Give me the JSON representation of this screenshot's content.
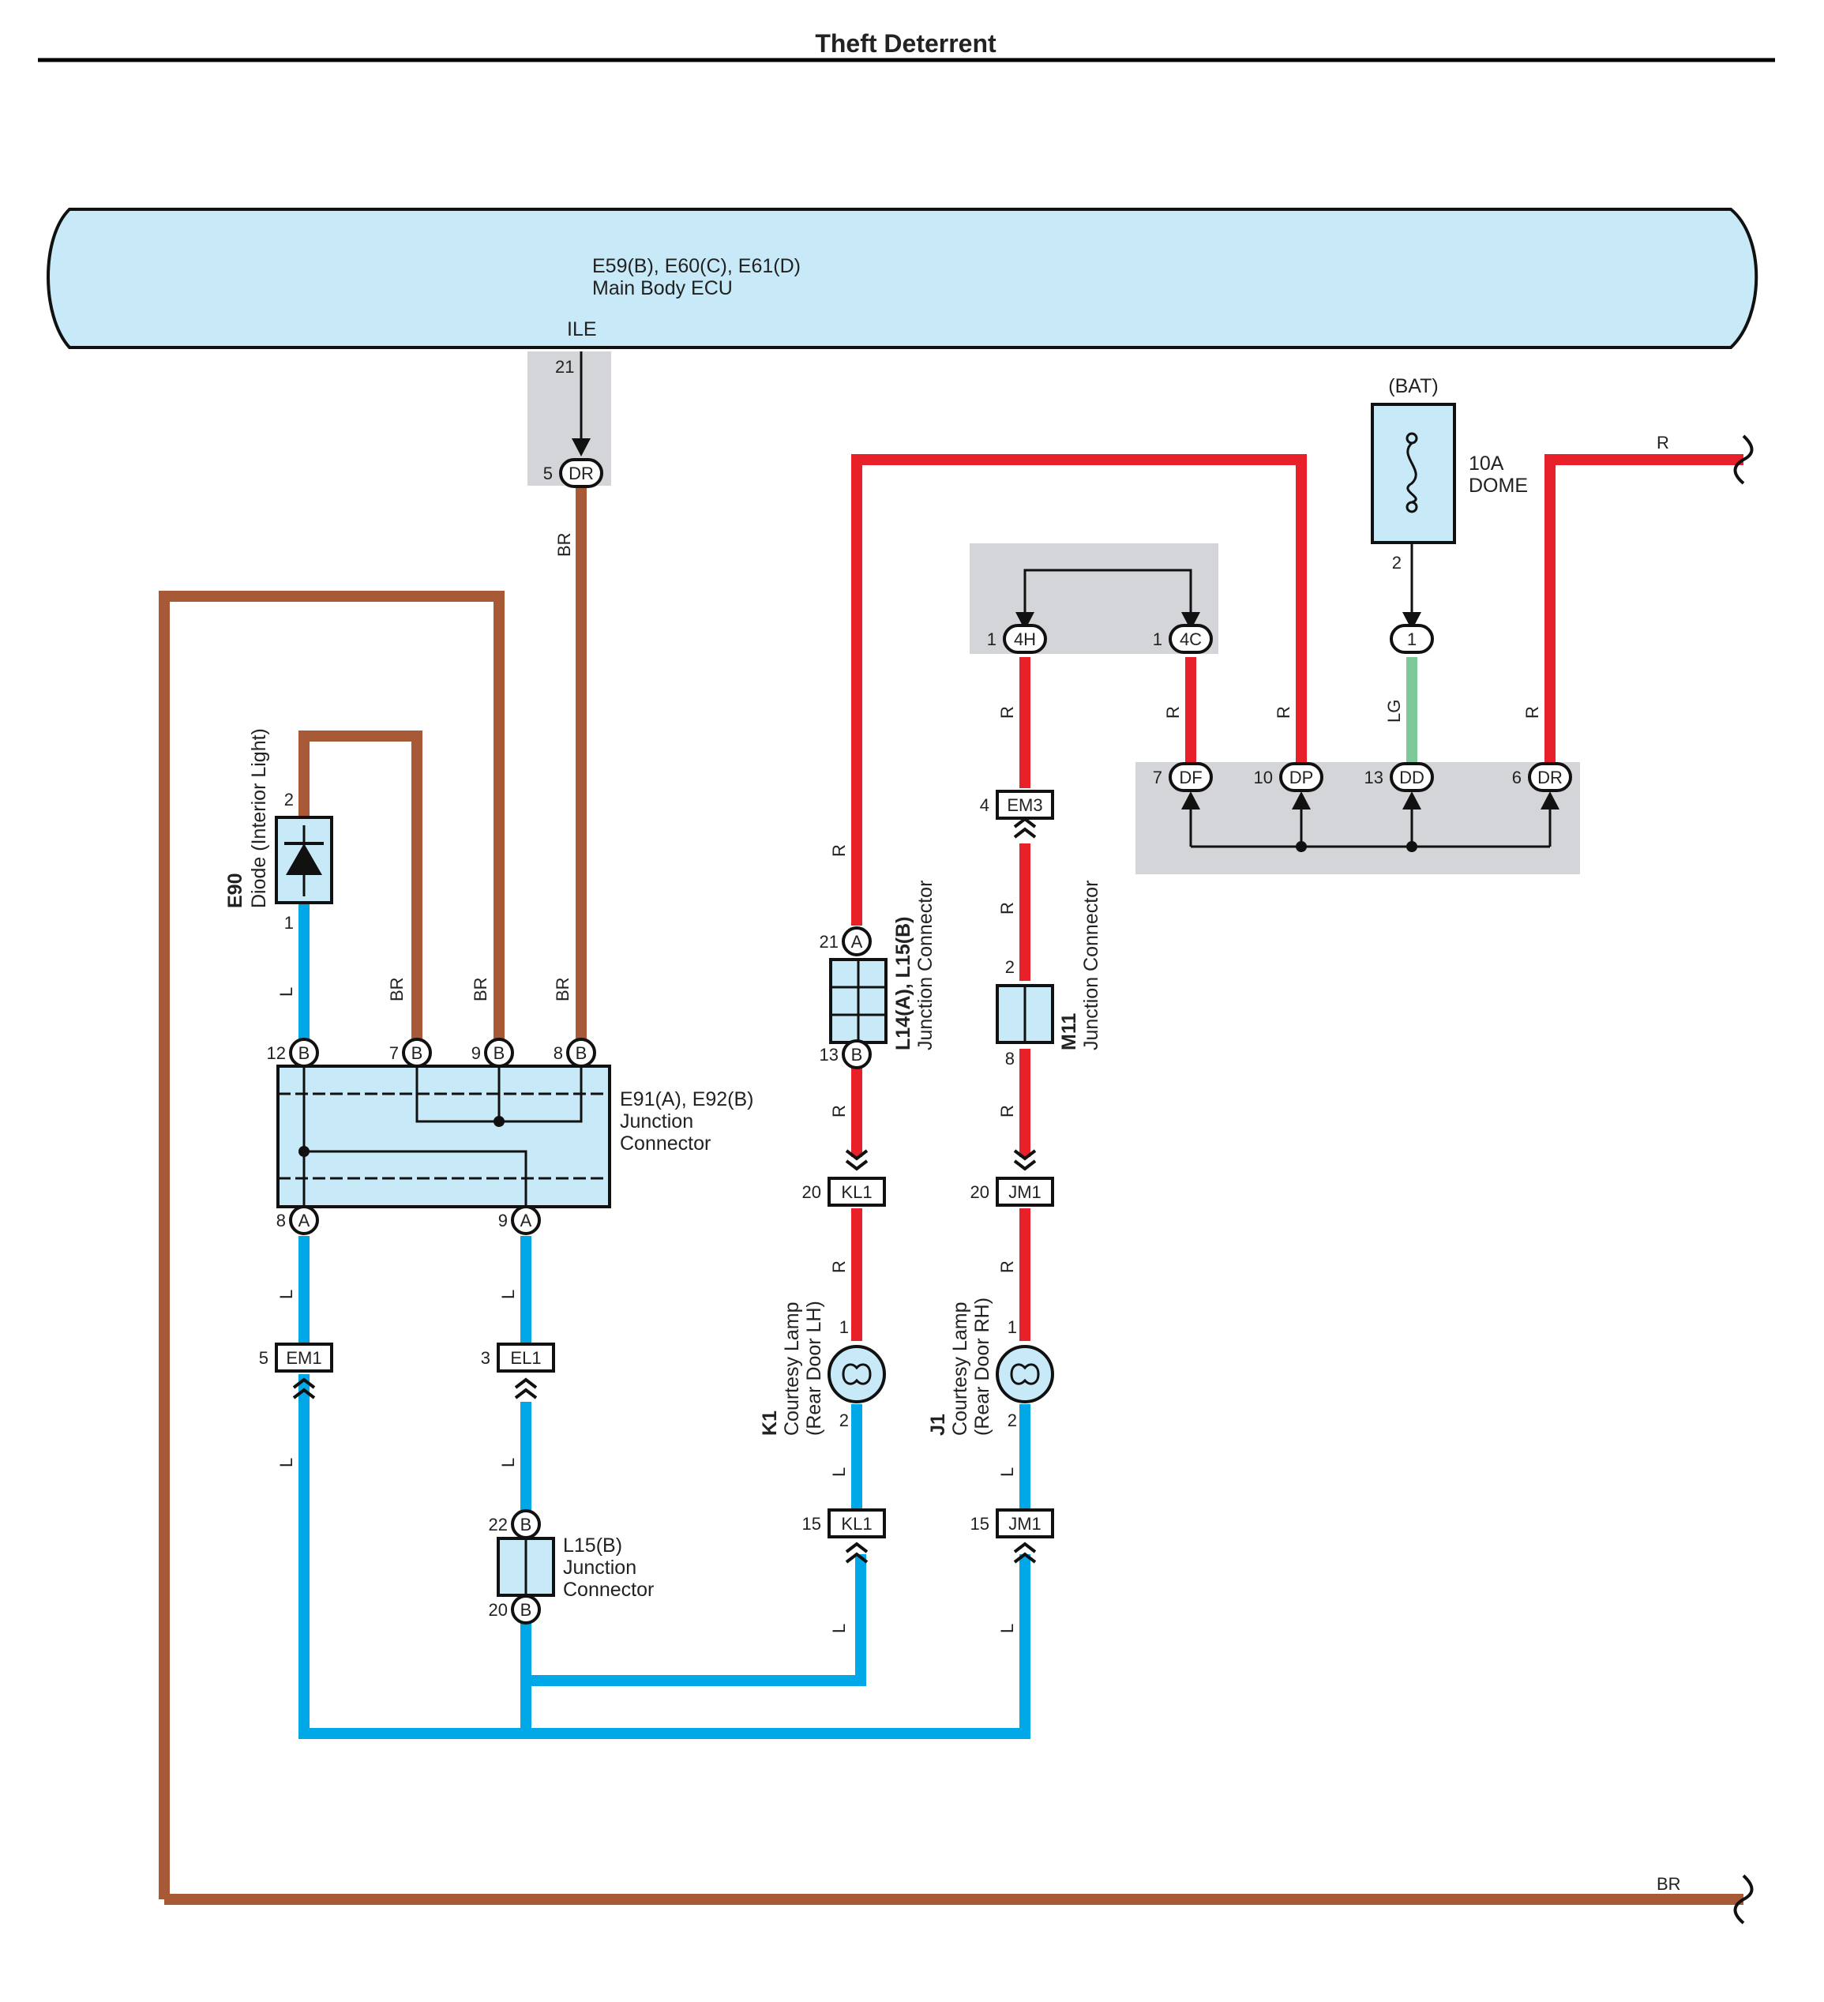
{
  "title": "Theft Deterrent",
  "colors": {
    "red": "#e8202a",
    "brown": "#a85a37",
    "blue": "#00a8e8",
    "green": "#7ec89a",
    "light_blue": "#c8e9f8",
    "gray": "#d3d5d8"
  },
  "ecu": {
    "name": "E59(B), E60(C), E61(D)",
    "desc": "Main Body ECU",
    "terminal": "ILE"
  },
  "fuse": {
    "supply": "(BAT)",
    "rating": "10A",
    "name": "DOME",
    "pin_out": "2"
  },
  "wire_colors": {
    "red": "R",
    "brown": "BR",
    "blue": "L",
    "green": "LG"
  },
  "junction_e91": {
    "line1": "E91(A), E92(B)",
    "line2": "Junction",
    "line3": "Connector"
  },
  "diode": {
    "id": "E90",
    "desc": "Diode (Interior Light)",
    "pin_top": "2",
    "pin_bottom": "1"
  },
  "junction_l14": {
    "id": "L14(A), L15(B)",
    "desc": "Junction Connector"
  },
  "junction_m11": {
    "id": "M11",
    "desc": "Junction Connector",
    "pin_top": "2",
    "pin_bottom": "8"
  },
  "junction_l15": {
    "line1": "L15(B)",
    "line2": "Junction",
    "line3": "Connector"
  },
  "lamp_k1": {
    "id": "K1",
    "line1": "Courtesy Lamp",
    "line2": "(Rear Door LH)",
    "pin_top": "1",
    "pin_bottom": "2"
  },
  "lamp_j1": {
    "id": "J1",
    "line1": "Courtesy Lamp",
    "line2": "(Rear Door RH)",
    "pin_top": "1",
    "pin_bottom": "2"
  },
  "connectors": {
    "dr_top": {
      "label": "DR",
      "pin": "5"
    },
    "ecu_pin": "21",
    "h4": {
      "label": "4H",
      "pin": "1"
    },
    "c4": {
      "label": "4C",
      "pin": "1"
    },
    "fuse_in": {
      "label": "1"
    },
    "df": {
      "label": "DF",
      "pin": "7"
    },
    "dp": {
      "label": "DP",
      "pin": "10"
    },
    "dd": {
      "label": "DD",
      "pin": "13"
    },
    "dr_right": {
      "label": "DR",
      "pin": "6"
    },
    "em3": {
      "label": "EM3",
      "pin": "4"
    },
    "l14_a": {
      "label": "A",
      "pin": "21"
    },
    "l14_b": {
      "label": "B",
      "pin": "13"
    },
    "kl1_top": {
      "label": "KL1",
      "pin": "20"
    },
    "jm1_top": {
      "label": "JM1",
      "pin": "20"
    },
    "kl1_bot": {
      "label": "KL1",
      "pin": "15"
    },
    "jm1_bot": {
      "label": "JM1",
      "pin": "15"
    },
    "b12": {
      "label": "B",
      "pin": "12"
    },
    "b7": {
      "label": "B",
      "pin": "7"
    },
    "b9": {
      "label": "B",
      "pin": "9"
    },
    "b8": {
      "label": "B",
      "pin": "8"
    },
    "a8": {
      "label": "A",
      "pin": "8"
    },
    "a9": {
      "label": "A",
      "pin": "9"
    },
    "em1": {
      "label": "EM1",
      "pin": "5"
    },
    "el1": {
      "label": "EL1",
      "pin": "3"
    },
    "l15_b22": {
      "label": "B",
      "pin": "22"
    },
    "l15_b20": {
      "label": "B",
      "pin": "20"
    }
  }
}
